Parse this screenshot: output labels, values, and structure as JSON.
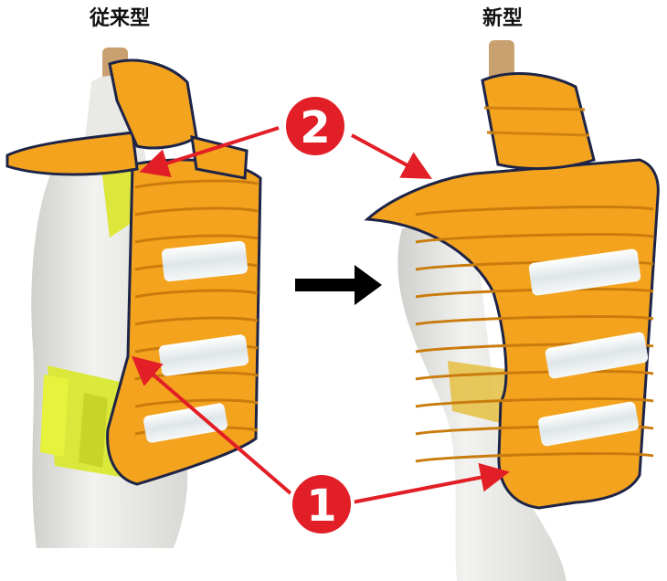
{
  "labels": {
    "old": "従来型",
    "new": "新型"
  },
  "callouts": {
    "one": "1",
    "two": "2"
  },
  "colors": {
    "vest_orange": "#f3a31d",
    "vest_shadow": "#d98a12",
    "binding_navy": "#1d2447",
    "reflective": "#e9eef0",
    "mesh_yellow": "#d9e832",
    "mannequin": "#ebebe9",
    "callout_red": "#e21f26",
    "arrow_black": "#000000"
  }
}
